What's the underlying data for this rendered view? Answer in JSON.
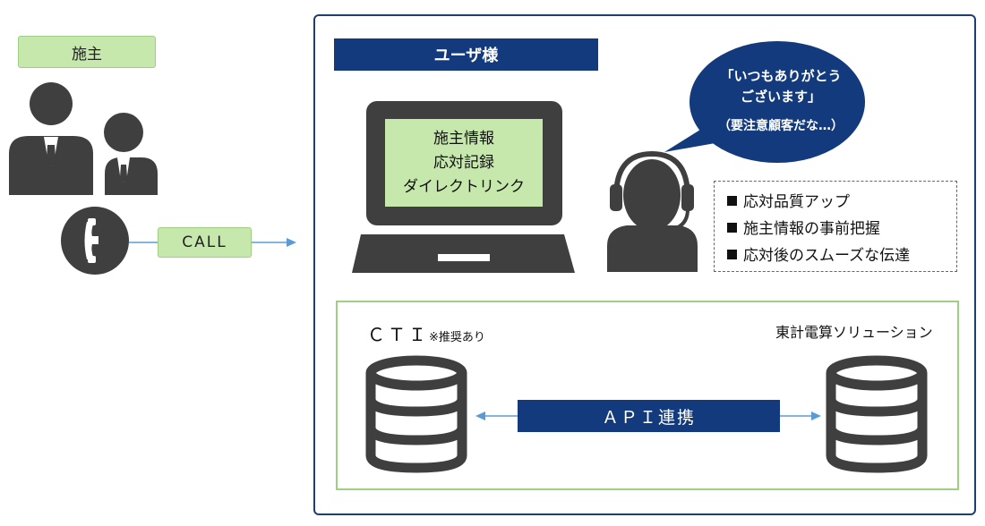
{
  "owner": {
    "label": "施主"
  },
  "call": {
    "label": "CALL"
  },
  "user": {
    "label": "ユーザ様"
  },
  "screen": {
    "lines": [
      "施主情報",
      "応対記録",
      "ダイレクトリンク"
    ]
  },
  "speech": {
    "lines": [
      "「いつもありがとう",
      "ございます」"
    ],
    "note": "（要注意顧客だな…）"
  },
  "benefits": [
    "応対品質アップ",
    "施主情報の事前把握",
    "応対後のスムーズな伝達"
  ],
  "cti": {
    "label": "ＣＴＩ",
    "note": "※推奨あり"
  },
  "solution": {
    "label": "東計電算ソリューション"
  },
  "api": {
    "label": "ＡＰＩ連携"
  },
  "colors": {
    "navy": "#123a7c",
    "green": "#c6e8ad",
    "green_border": "#9fcf83",
    "gray_icon": "#3f3f3f",
    "arrow": "#5b9bd5"
  }
}
